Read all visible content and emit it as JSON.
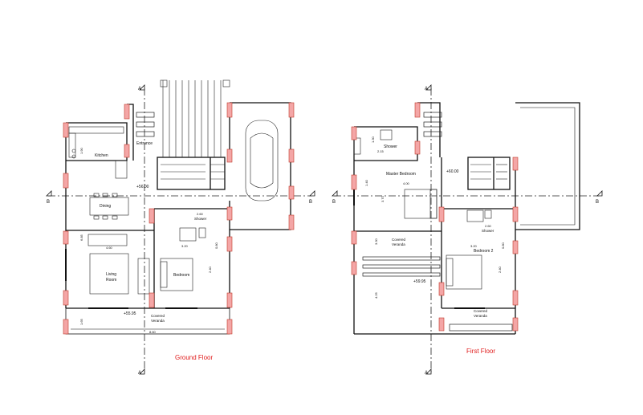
{
  "labels": {
    "ground_floor_title": "Ground Floor",
    "first_floor_title": "First Floor",
    "kitchen": "Kitchen",
    "entrance": "Entrance",
    "dining": "Dining",
    "living_line1": "Living",
    "living_line2": "Room",
    "bedroom": "Bedroom",
    "covered_line1": "Covered",
    "covered_line2": "Veranda",
    "shower": "Shower",
    "master_bedroom": "Master Bedroom",
    "bedroom_2": "Bedroom 2"
  },
  "levels": {
    "gf_main": "+56.00",
    "gf_veranda": "+55.95",
    "ff_main": "+60.00",
    "ff_veranda": "+59.95"
  },
  "dimensions": {
    "gf_dining_width": "4.60",
    "gf_bedroom_width": "3.20",
    "gf_total_width": "8.60",
    "gf_left_height": "6.85",
    "gf_veranda_depth": "1.65",
    "gf_shower_width": "2.60",
    "gf_bed_side": "2.40",
    "gf_small_a": "1.90",
    "gf_small_b": "0.80",
    "ff_master_width": "4.00",
    "ff_shower_width": "2.15",
    "ff_master_height": "3.70",
    "ff_left_a": "1.40",
    "ff_left_b": "3.30",
    "ff_left_c": "4.25",
    "ff_bed2_width": "3.20",
    "ff_shower2_width": "2.60",
    "ff_bed2_side": "2.40",
    "ff_small": "1.30",
    "ff_small_b": "0.80"
  },
  "markers": {
    "section_a": "A",
    "section_b": "B"
  },
  "colors": {
    "column_fill": "#f4a6a6",
    "column_stroke": "#c0392b",
    "title_red": "#e01b1b",
    "line": "#111111"
  }
}
